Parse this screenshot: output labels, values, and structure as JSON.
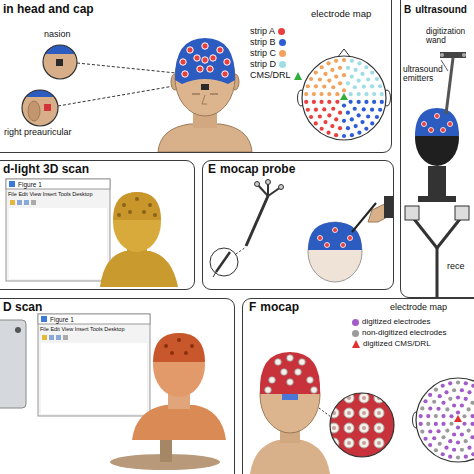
{
  "diagram": {
    "nodes": [
      {
        "text": [
          "in head and cap"
        ]
      },
      {
        "text": [
          "B",
          "ultrasound"
        ]
      },
      {
        "text": [
          "d-light 3D scan"
        ]
      },
      {
        "text": [
          "E",
          "mocap probe"
        ]
      },
      {
        "text": [
          "D scan"
        ]
      },
      {
        "text": [
          "F",
          "mocap"
        ]
      }
    ],
    "labels": [
      "nasion",
      "right preauricular",
      "electrode map",
      "digitization wand",
      "ultrasound emitters",
      "rece",
      "Figure 1",
      "File Edit View Insert Tools Desktop",
      "Figure 1",
      "File Edit View Insert Tools Desktop",
      "electrode map"
    ],
    "legend": [
      {
        "text": "strip A",
        "color": "#e8403f"
      },
      {
        "text": "strip B",
        "color": "#2e5bd6"
      },
      {
        "text": "strip C",
        "color": "#f2a25c"
      },
      {
        "text": "strip D",
        "color": "#9fdde6"
      },
      {
        "text": "CMS/DRL"
      },
      {
        "text": "digitized electrodes",
        "color": "#a25bc9"
      },
      {
        "text": "non-digitized electrodes",
        "color": "#9b9b9b"
      },
      {
        "text": "digitized CMS/DRL"
      }
    ]
  }
}
